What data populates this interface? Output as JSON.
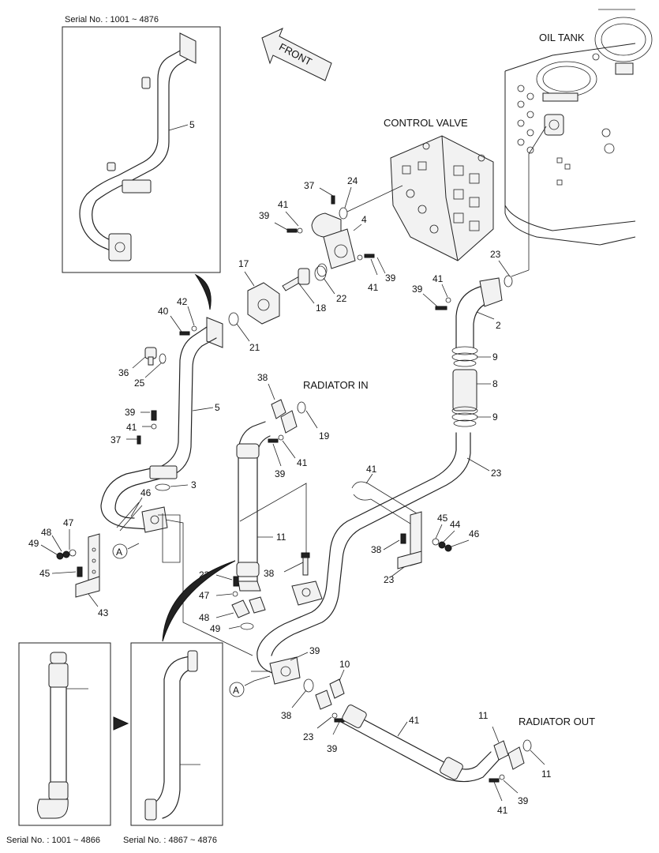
{
  "titles": {
    "oil_tank": "OIL TANK",
    "control_valve": "CONTROL VALVE",
    "radiator_in": "RADIATOR IN",
    "radiator_out": "RADIATOR OUT",
    "front": "FRONT"
  },
  "serials": {
    "top_box": "Serial No. : 1001 ~ 4876",
    "bottom_left": "Serial No. : 1001 ~ 4866",
    "bottom_right": "Serial No. : 4867 ~ 4876"
  },
  "detail_marker": "A",
  "callouts": [
    "5",
    "37",
    "24",
    "41",
    "39",
    "4",
    "17",
    "18",
    "22",
    "41",
    "39",
    "23",
    "39",
    "41",
    "2",
    "40",
    "42",
    "21",
    "36",
    "25",
    "9",
    "8",
    "9",
    "38",
    "39",
    "41",
    "5",
    "37",
    "3",
    "23",
    "46",
    "48",
    "47",
    "49",
    "45",
    "43",
    "11",
    "19",
    "39",
    "41",
    "38",
    "23",
    "47",
    "48",
    "49",
    "45",
    "44",
    "46",
    "38",
    "23",
    "41",
    "39",
    "10",
    "38",
    "23",
    "39",
    "41",
    "11",
    "11",
    "41",
    "39"
  ],
  "colors": {
    "line": "#222222",
    "background": "#ffffff"
  }
}
